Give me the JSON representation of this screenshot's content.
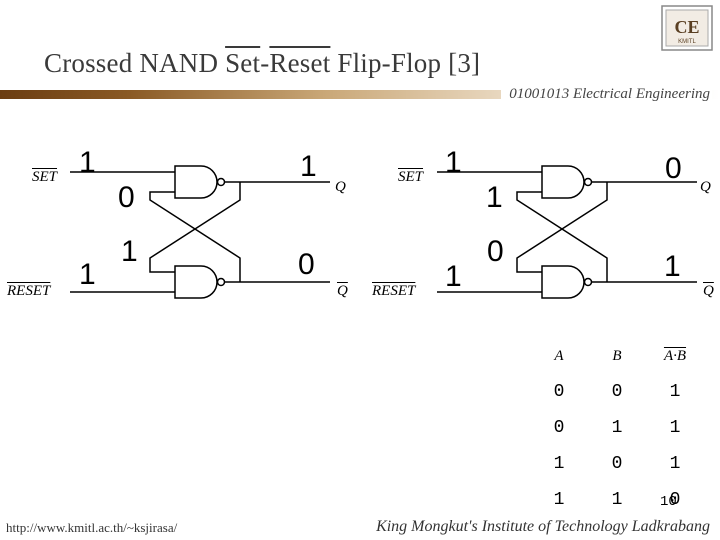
{
  "title": {
    "prefix": "Crossed NAND ",
    "set": "Set",
    "dash": "-",
    "reset": "Reset",
    "suffix": " Flip-Flop [3]"
  },
  "subtitle": "01001013 Electrical Engineering",
  "footer": {
    "url": "http://www.kmitl.ac.th/~ksjirasa/",
    "institute": "King Mongkut's Institute of Technology Ladkrabang"
  },
  "page_number": "10",
  "logo_text": {
    "main": "CE",
    "sub": "KMITL"
  },
  "labels": {
    "set": "SET",
    "reset": "RESET",
    "q": "Q",
    "q_bar": "Q"
  },
  "circuits": [
    {
      "set_in": "1",
      "reset_in": "1",
      "top_feedback": "0",
      "bottom_feedback": "1",
      "q": "1",
      "q_bar": "0"
    },
    {
      "set_in": "1",
      "reset_in": "1",
      "top_feedback": "1",
      "bottom_feedback": "0",
      "q": "0",
      "q_bar": "1"
    }
  ],
  "truth_table": {
    "headers": [
      "A",
      "B",
      "A·B"
    ],
    "rows": [
      [
        "0",
        "0",
        "1"
      ],
      [
        "0",
        "1",
        "1"
      ],
      [
        "1",
        "0",
        "1"
      ],
      [
        "1",
        "1",
        "0"
      ]
    ]
  }
}
